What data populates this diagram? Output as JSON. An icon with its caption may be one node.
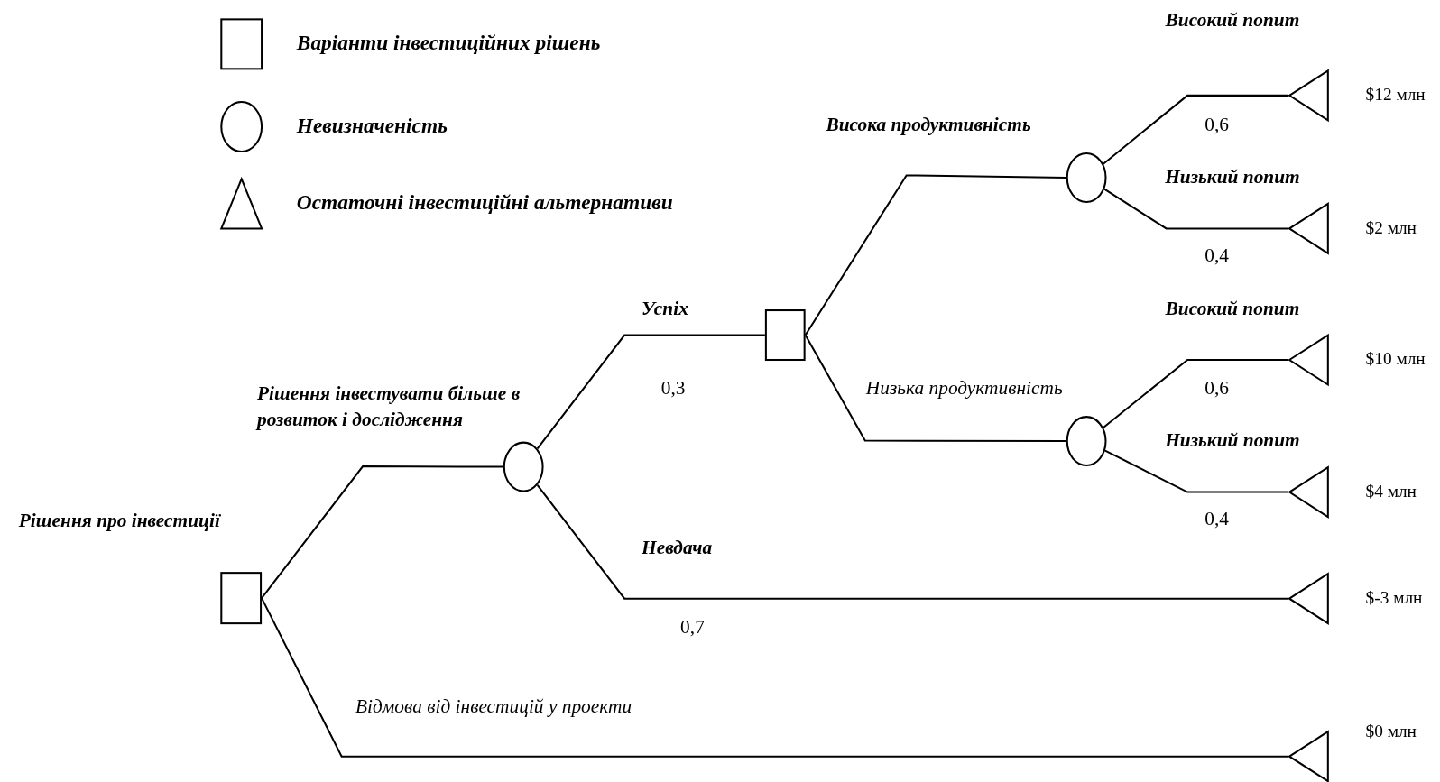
{
  "diagram": {
    "nodes": [
      {
        "text": [],
        "shape": "box",
        "beside": [
          "Рішення про інвестиції"
        ]
      },
      {
        "text": [],
        "shape": "circle"
      },
      {
        "text": [],
        "shape": "box"
      },
      {
        "text": [],
        "shape": "circle"
      },
      {
        "text": [],
        "shape": "circle"
      },
      {
        "text": [],
        "shape": "triangle",
        "beside": [
          "$12 млн"
        ]
      },
      {
        "text": [],
        "shape": "triangle",
        "beside": [
          "$2 млн"
        ]
      },
      {
        "text": [],
        "shape": "triangle",
        "beside": [
          "$10 млн"
        ]
      },
      {
        "text": [],
        "shape": "triangle",
        "beside": [
          "$4 млн"
        ]
      },
      {
        "text": [],
        "shape": "triangle",
        "beside": [
          "$-3 млн"
        ]
      },
      {
        "text": [],
        "shape": "triangle",
        "beside": [
          "$0 млн"
        ]
      }
    ],
    "edges": [
      {
        "from": 0,
        "to": 1,
        "arrow": "none",
        "label": "Рішення інвестувати більше в розвиток і дослідження"
      },
      {
        "from": 0,
        "to": 10,
        "arrow": "none",
        "label": "Відмова від інвестицій у проекти"
      },
      {
        "from": 1,
        "to": 2,
        "arrow": "none",
        "label": "Успіх"
      },
      {
        "from": 1,
        "to": 9,
        "arrow": "none",
        "label": "Невдача"
      },
      {
        "from": 2,
        "to": 3,
        "arrow": "none",
        "label": "Висока продуктивність"
      },
      {
        "from": 2,
        "to": 4,
        "arrow": "none",
        "label": "Низька продуктивність"
      },
      {
        "from": 3,
        "to": 5,
        "arrow": "none",
        "label": "Високий попит"
      },
      {
        "from": 3,
        "to": 6,
        "arrow": "none",
        "label": "Низький попит"
      },
      {
        "from": 4,
        "to": 7,
        "arrow": "none",
        "label": "Високий попит"
      },
      {
        "from": 4,
        "to": 8,
        "arrow": "none",
        "label": "Низький попит"
      }
    ],
    "labels": [
      "0,6",
      "0,4",
      "0,3",
      "0,6",
      "0,4",
      "0,7"
    ],
    "legend": [
      {
        "text": "Варіанти інвестиційних рішень"
      },
      {
        "text": "Невизначеність"
      },
      {
        "text": "Остаточні інвестиційні альтернативи"
      }
    ]
  }
}
